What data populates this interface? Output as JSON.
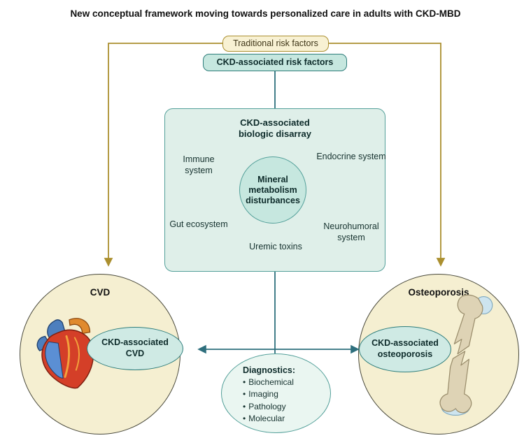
{
  "title": "New conceptual framework moving towards personalized care in adults with CKD-MBD",
  "risk_factors": {
    "traditional_label": "Traditional risk factors",
    "ckd_label": "CKD-associated risk factors"
  },
  "central_box": {
    "heading": "CKD-associated biologic disarray",
    "immune": "Immune system",
    "endocrine": "Endocrine system",
    "gut": "Gut ecosystem",
    "neurohumoral": "Neurohumoral system",
    "uremic": "Uremic toxins",
    "core": "Mineral metabolism disturbances"
  },
  "cvd": {
    "label": "CVD",
    "ellipse_label": "CKD-associated CVD"
  },
  "osteoporosis": {
    "label": "Osteoporosis",
    "ellipse_label": "CKD-associated osteoporosis"
  },
  "diagnostics": {
    "heading": "Diagnostics:",
    "bullet_glyph": "•",
    "items": [
      "Biochemical",
      "Imaging",
      "Pathology",
      "Molecular"
    ]
  },
  "colors": {
    "olive": "#ab8f2f",
    "olive-box-fill": "#f8f1d3",
    "teal": "#2e7d7b",
    "teal-line": "#2e6f7d",
    "teal-border": "#54a09a",
    "mint-box-fill": "#dfefe9",
    "mint-strong-fill": "#c6e7df",
    "circle-fill": "#f5efd1",
    "circle-border": "#4a4a3c",
    "ellipse-fill": "#cfeae4",
    "diag-fill": "#eaf6f1"
  }
}
